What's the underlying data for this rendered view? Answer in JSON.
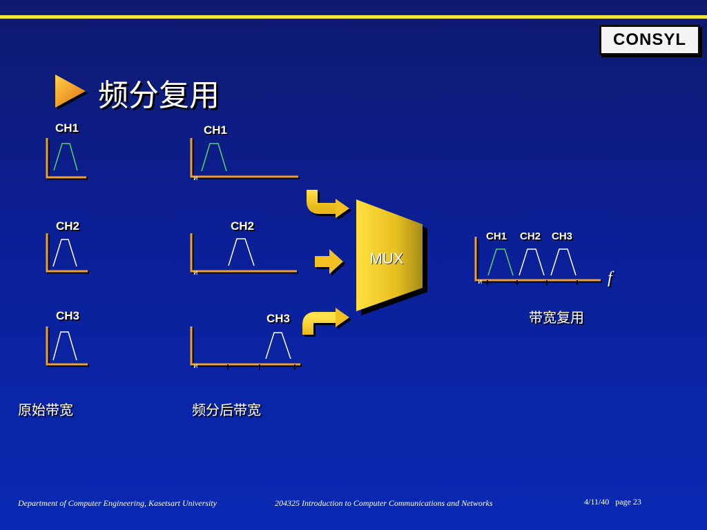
{
  "logo": {
    "text": "CONSYL"
  },
  "title": {
    "text": "频分复用"
  },
  "original_column": {
    "labels": [
      "CH1",
      "CH2",
      "CH3"
    ],
    "caption": "原始带宽"
  },
  "shifted_column": {
    "labels": [
      "CH1",
      "CH2",
      "CH3"
    ],
    "caption": "频分后带宽"
  },
  "mux": {
    "label": "MUX"
  },
  "multiplexed": {
    "labels": [
      "CH1",
      "CH2",
      "CH3"
    ],
    "axis_symbol": "f",
    "caption": "带宽复用"
  },
  "footer": {
    "department": "Department of Computer Engineering, Kasetsart University",
    "course": "204325 Introduction to Computer Communications and Networks",
    "date": "4/11/40",
    "page": "page 23"
  },
  "colors": {
    "background": "#0b1f96",
    "accent_yellow": "#f2e43a",
    "axis_orange": "#f0a030",
    "pulse_green": "#55d46a",
    "pulse_white": "#ffffff",
    "mux_gold": "#e8c020"
  }
}
